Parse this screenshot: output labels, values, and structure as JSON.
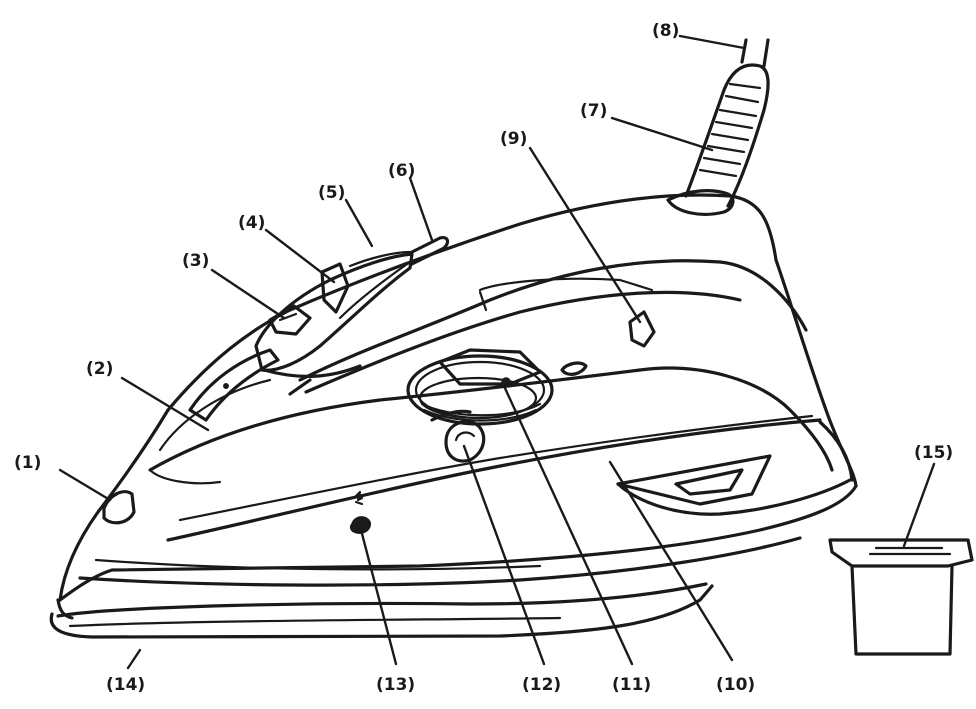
{
  "diagram": {
    "callouts": [
      {
        "id": "c1",
        "label": "(1)"
      },
      {
        "id": "c2",
        "label": "(2)"
      },
      {
        "id": "c3",
        "label": "(3)"
      },
      {
        "id": "c4",
        "label": "(4)"
      },
      {
        "id": "c5",
        "label": "(5)"
      },
      {
        "id": "c6",
        "label": "(6)"
      },
      {
        "id": "c7",
        "label": "(7)"
      },
      {
        "id": "c8",
        "label": "(8)"
      },
      {
        "id": "c9",
        "label": "(9)"
      },
      {
        "id": "c10",
        "label": "(10)"
      },
      {
        "id": "c11",
        "label": "(11)"
      },
      {
        "id": "c12",
        "label": "(12)"
      },
      {
        "id": "c13",
        "label": "(13)"
      },
      {
        "id": "c14",
        "label": "(14)"
      },
      {
        "id": "c15",
        "label": "(15)"
      }
    ],
    "stroke_color": "#1a1a1a",
    "background_color": "#ffffff"
  }
}
